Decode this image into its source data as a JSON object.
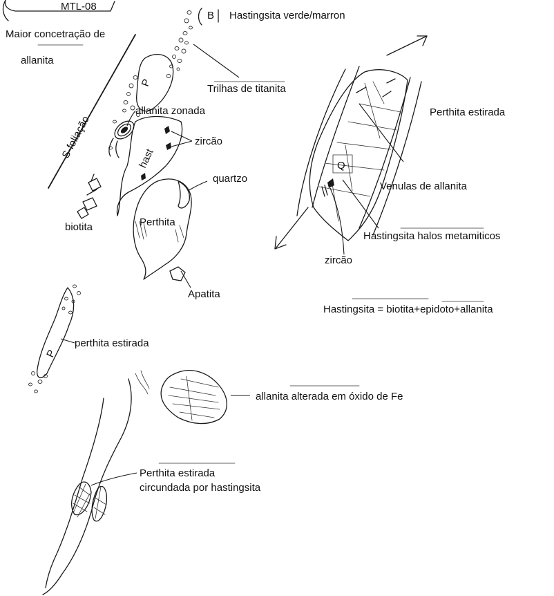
{
  "sample_id": "MTL-08",
  "labels": {
    "maior_concentracao": "Maior concetração de",
    "allanita_top": "allanita",
    "s_foliacao": "S-foliação",
    "sample_b": "B",
    "hastingsita_verde": "Hastingsita verde/marron",
    "trilhas_titanita": "Trilhas de titanita",
    "p_top": "P",
    "allanita_zonada": "allanita zonada",
    "zircao_left": "zircão",
    "hast": "hast",
    "quartzo": "quartzo",
    "biotita": "biotita",
    "perthita": "Perthita",
    "apatita": "Apatita",
    "perthita_estirada_right": "Perthita estirada",
    "q": "Q",
    "venulas": "Venulas de allanita",
    "halos": "Hastingsita halos metamiticos",
    "zircao_right": "zircão",
    "equation": "Hastingsita = biotita+epidoto+allanita",
    "p_mid": "P",
    "perthita_estirada_mid": "perthita estirada",
    "allanita_alterada": "allanita alterada em óxido de Fe",
    "perthita_circundada_1": "Perthita estirada",
    "perthita_circundada_2": "circundada por hastingsita"
  }
}
